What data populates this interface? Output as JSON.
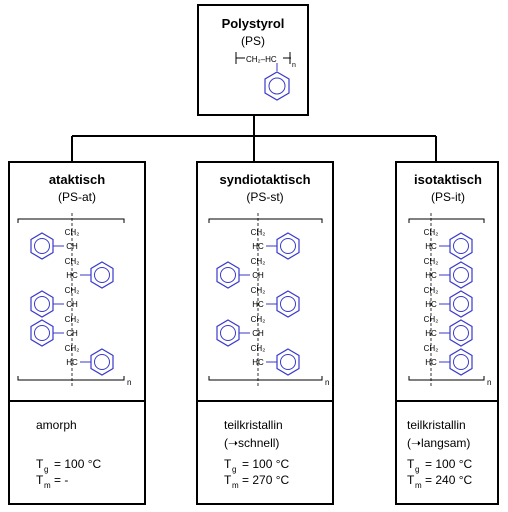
{
  "top": {
    "title": "Polystyrol",
    "abbr": "(PS)",
    "backbone": "CH₂–HC",
    "subscript_n": "n"
  },
  "columns": [
    {
      "id": "ataktisch",
      "title": "ataktisch",
      "abbr": "(PS-at)",
      "property": "amorph",
      "property2": "",
      "tg_value": "= 100 °C",
      "tm_value": "=  -"
    },
    {
      "id": "syndiotaktisch",
      "title": "syndiotaktisch",
      "abbr": "(PS-st)",
      "property": "teilkristallin",
      "property2": "(➝schnell)",
      "tg_value": "= 100 °C",
      "tm_value": "= 270 °C"
    },
    {
      "id": "isotaktisch",
      "title": "isotaktisch",
      "abbr": "(PS-it)",
      "property": "teilkristallin",
      "property2": "(➝langsam)",
      "tg_value": "= 100 °C",
      "tm_value": "= 240 °C"
    }
  ],
  "labels": {
    "tg_main": "T",
    "tg_sub": "g",
    "tm_main": "T",
    "tm_sub": "m",
    "ch2": "CH₂",
    "ch": "CH",
    "hc": "HC",
    "subscript_n": "n"
  },
  "colors": {
    "ring": "#3a3acc",
    "line": "#000000"
  }
}
